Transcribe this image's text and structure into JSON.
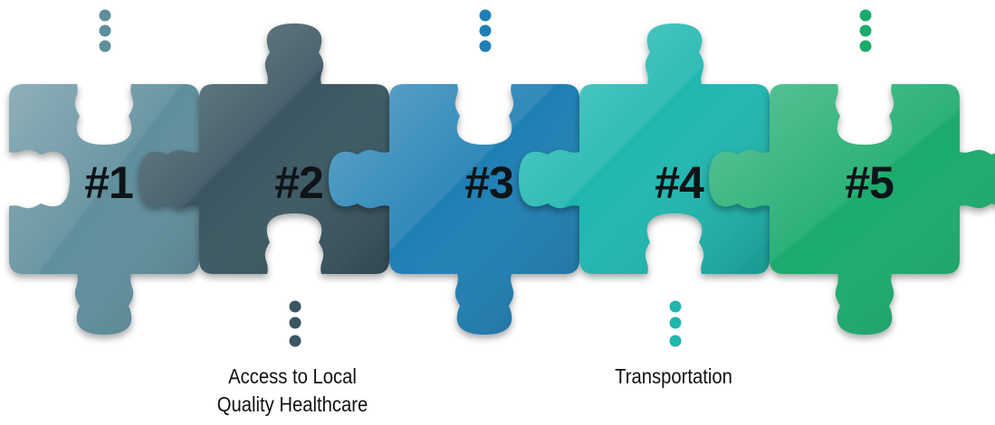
{
  "pieces": [
    {
      "label": "#1",
      "color": "#5f8e9c",
      "dots": "top"
    },
    {
      "label": "#2",
      "color": "#3a5661",
      "dots": "bottom",
      "caption": [
        "Access to Local",
        "Quality Healthcare"
      ]
    },
    {
      "label": "#3",
      "color": "#1f7fb4",
      "dots": "top"
    },
    {
      "label": "#4",
      "color": "#1fb7b0",
      "dots": "bottom",
      "caption": [
        "Transportation"
      ]
    },
    {
      "label": "#5",
      "color": "#1aab6c",
      "dots": "top"
    }
  ]
}
